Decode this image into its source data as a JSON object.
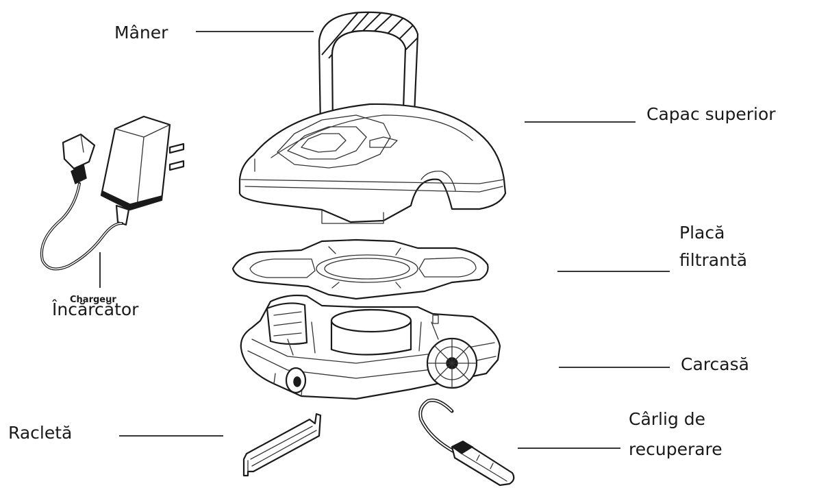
{
  "labels": {
    "handle": "Mâner",
    "top_cover": "Capac superior",
    "filter_plate_line1": "Placă",
    "filter_plate_line2": "filtrantă",
    "charger_fr": "Chargeur",
    "charger": "Încărcător",
    "housing": "Carcasă",
    "scraper": "Racletă",
    "hook_line1": "Cârlig de",
    "hook_line2": "recuperare"
  }
}
